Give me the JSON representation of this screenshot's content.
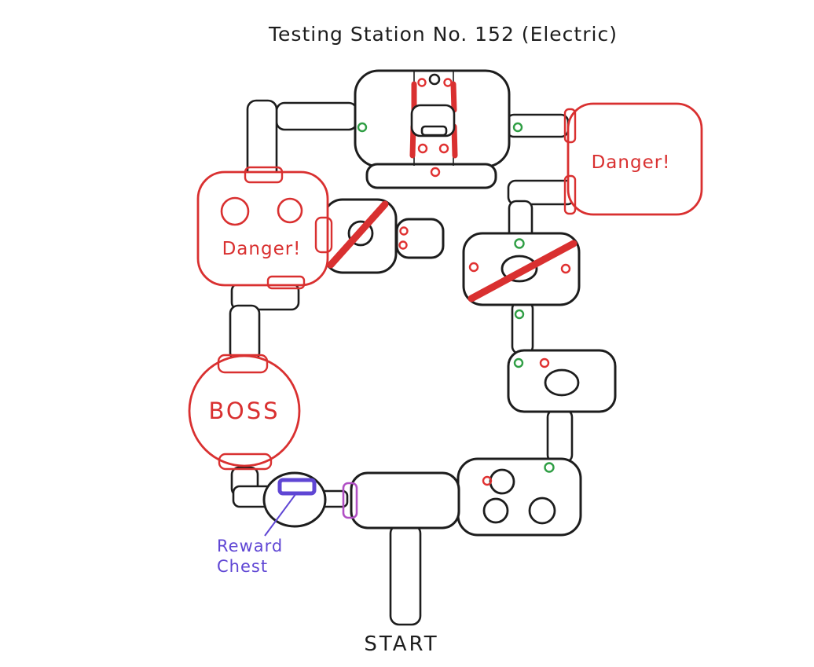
{
  "title": "Testing Station No. 152 (Electric)",
  "labels": {
    "danger_right": "Danger!",
    "danger_left": "Danger!",
    "boss": "BOSS",
    "reward_line1": "Reward",
    "reward_line2": "Chest",
    "start": "START"
  },
  "colors": {
    "ink": "#1d1d1d",
    "danger": "#d93030",
    "marker_red": "#e03131",
    "marker_green": "#2f9e44",
    "chest_violet": "#5f46d4",
    "door_magenta": "#b04fc4",
    "background": "#ffffff"
  }
}
